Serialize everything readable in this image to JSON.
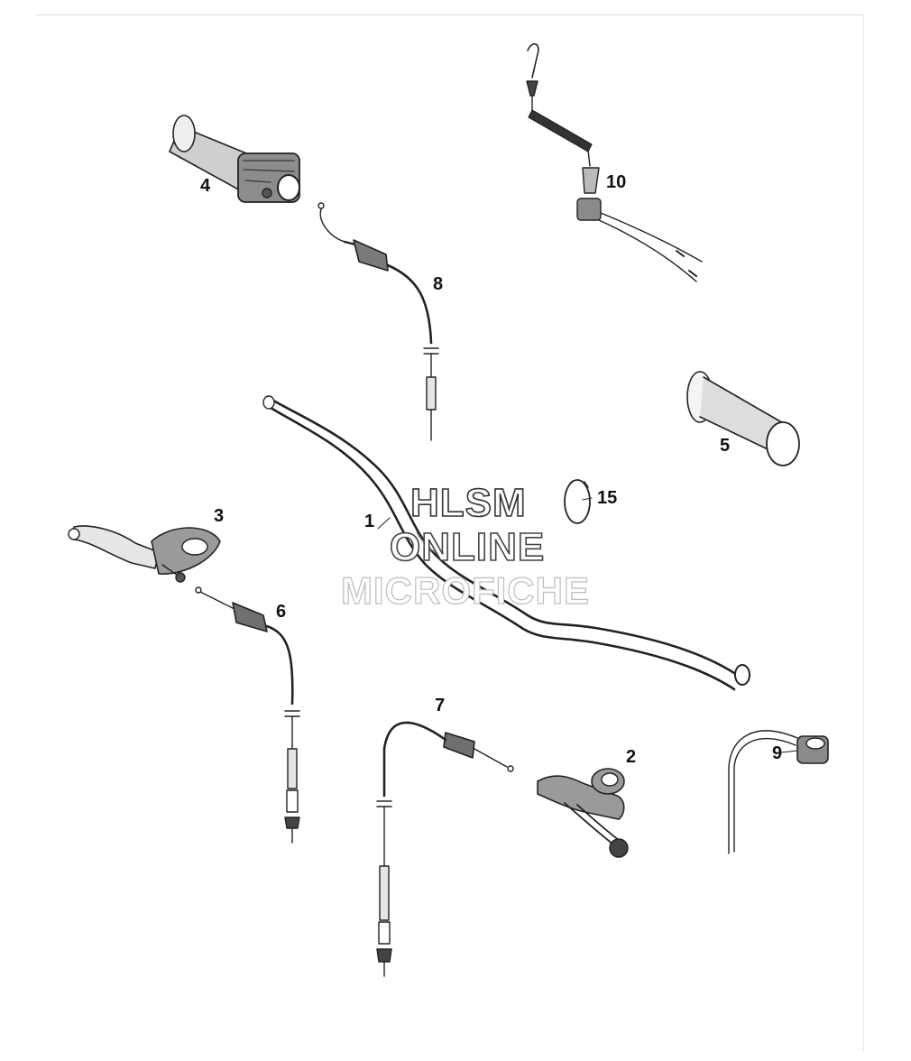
{
  "callouts": {
    "c1": "1",
    "c2": "2",
    "c3": "3",
    "c4": "4",
    "c5": "5",
    "c6": "6",
    "c7": "7",
    "c8": "8",
    "c9": "9",
    "c10": "10",
    "c15": "15"
  },
  "watermark": {
    "line1": "HLSM",
    "line2": "ONLINE",
    "line3": "MICROFICHE"
  },
  "colors": {
    "line": "#222222",
    "shade": "#7a7a7a",
    "watermark_outline": "#333333",
    "watermark_faint": "#bdbdbd"
  }
}
